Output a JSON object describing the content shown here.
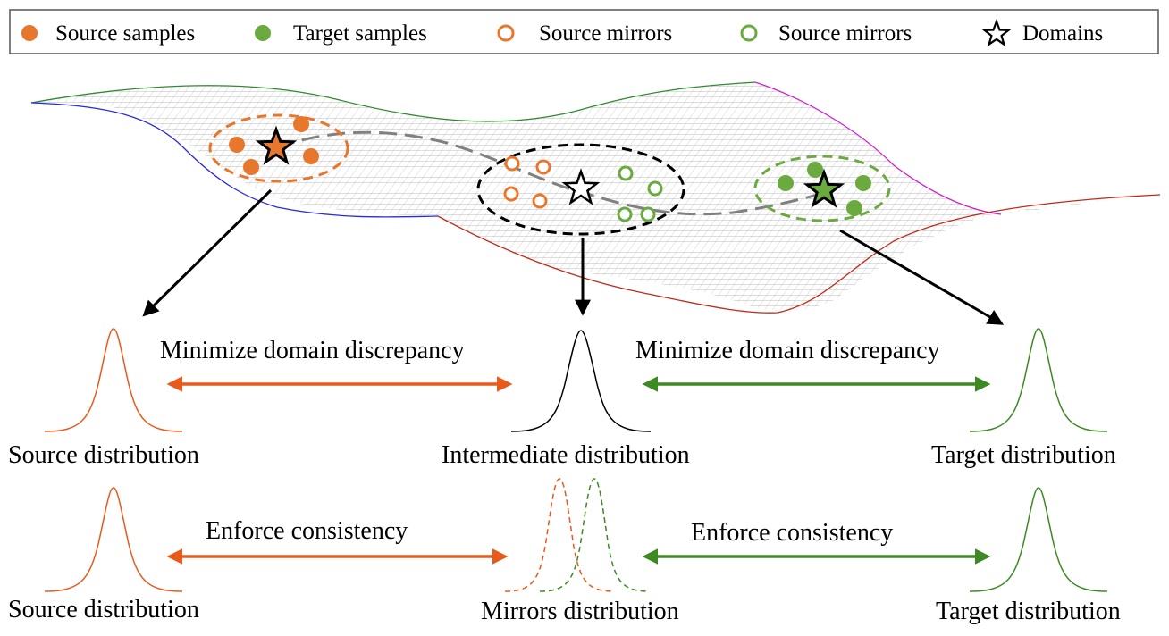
{
  "colors": {
    "orange": "#e8772e",
    "orange_line": "#e85a1c",
    "green": "#6aaa3f",
    "green_line": "#3d8a22",
    "black": "#000000",
    "gray_path": "#808080",
    "surface_blue": "#2a2ae0",
    "surface_green": "#2e8b2e",
    "surface_magenta": "#d020d0",
    "surface_red": "#c02a1a"
  },
  "legend": {
    "items": [
      {
        "label": "Source samples",
        "icon": "filled-orange-circle-icon"
      },
      {
        "label": "Target samples",
        "icon": "filled-green-circle-icon"
      },
      {
        "label": "Source mirrors",
        "icon": "hollow-orange-circle-icon"
      },
      {
        "label": "Source mirrors",
        "icon": "hollow-green-circle-icon"
      },
      {
        "label": "Domains",
        "icon": "star-icon"
      }
    ]
  },
  "row1": {
    "left_label": "Source distribution",
    "middle_label": "Intermediate  distribution",
    "right_label": "Target distribution",
    "left_arrow_text": "Minimize domain discrepancy",
    "right_arrow_text": "Minimize domain discrepancy"
  },
  "row2": {
    "left_label": "Source distribution",
    "middle_label": "Mirrors  distribution",
    "right_label": "Target distribution",
    "left_arrow_text": "Enforce consistency",
    "right_arrow_text": "Enforce consistency"
  }
}
